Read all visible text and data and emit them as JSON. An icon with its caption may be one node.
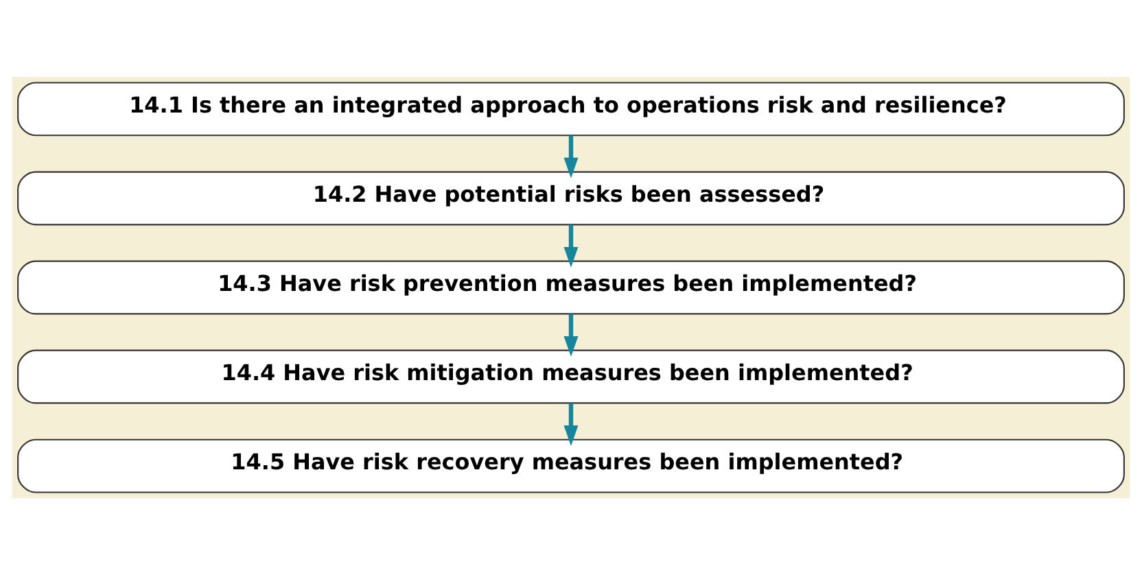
{
  "diagram": {
    "nodes": [
      {
        "text": [
          "14.1 Is there an integrated approach to operations risk and resilience?"
        ]
      },
      {
        "text": [
          "14.2 Have potential risks been assessed?"
        ]
      },
      {
        "text": [
          "14.3 Have risk prevention measures been implemented?"
        ]
      },
      {
        "text": [
          "14.4 Have risk mitigation measures been implemented?"
        ]
      },
      {
        "text": [
          "14.5 Have risk recovery measures been implemented?"
        ]
      }
    ],
    "edges": [
      {
        "from": 0,
        "to": 1,
        "arrow": "to"
      },
      {
        "from": 1,
        "to": 2,
        "arrow": "to"
      },
      {
        "from": 2,
        "to": 3,
        "arrow": "to"
      },
      {
        "from": 3,
        "to": 4,
        "arrow": "to"
      }
    ]
  }
}
